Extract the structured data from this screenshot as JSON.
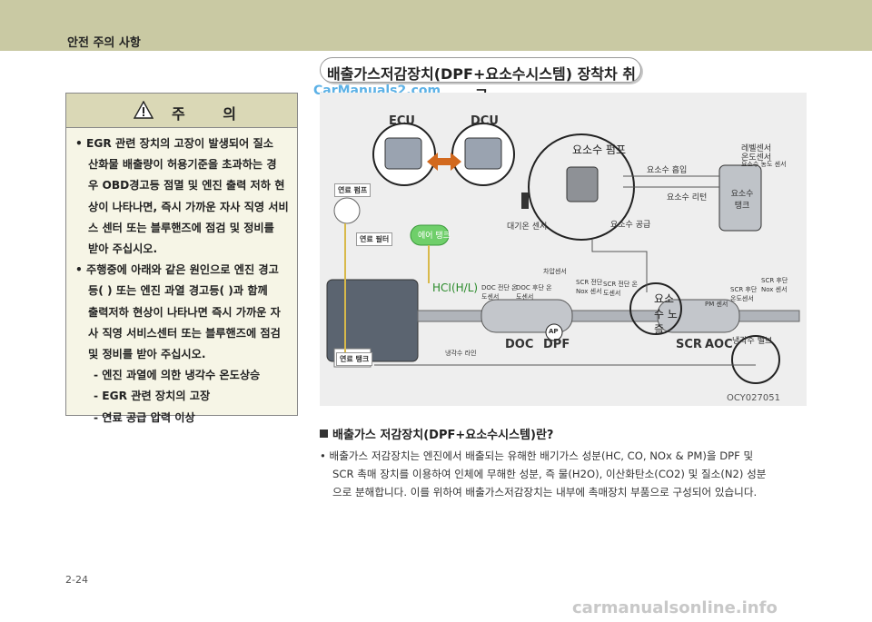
{
  "header": {
    "title": "안전 주의 사항"
  },
  "section": {
    "title": "배출가스저감장치(DPF+요소수시스템) 장착차 취급"
  },
  "watermarks": {
    "top": "CarManuals2.com",
    "bottom": "carmanualsonline.info"
  },
  "caution": {
    "label": "주 의",
    "lines": [
      "• EGR 관련 장치의 고장이 발생되어 질소",
      "산화물 배출량이 허용기준을 초과하는 경",
      "우 OBD경고등 점멸 및 엔진 출력 저하 현",
      "상이 나타나면, 즉시 가까운 자사 직영 서비",
      "스 센터 또는 블루핸즈에 점검 및 정비를",
      "받아 주십시오.",
      "• 주행중에 아래와 같은 원인으로 엔진 경고",
      "등(  ) 또는 엔진 과열 경고등(  )과 함께",
      "출력저하 현상이 나타나면 즉시 가까운 자",
      "사 직영 서비스센터 또는 블루핸즈에 점검",
      "및 정비를 받아 주십시오.",
      "- 엔진 과열에 의한 냉각수 온도상승",
      "- EGR 관련 장치의 고장",
      "- 연료 공급 압력 이상"
    ]
  },
  "diagram": {
    "labels": {
      "ecu": "ECU",
      "dcu": "DCU",
      "fuel_pump": "연료 펌프",
      "urea_pump": "요소수 펌프",
      "urea_intake": "요소수 흡입",
      "urea_return": "요소수 리턴",
      "level_sensor_1": "레벨센서",
      "level_sensor_2": "온도센서",
      "level_sensor_3": "요소수 농도 센서",
      "urea_tank": "요소수 탱크",
      "atmos_sensor": "대기온 센서",
      "urea_supply": "요소수 공급",
      "fuel_filter": "연료 필터",
      "air_tank": "에어 탱크",
      "hci": "HCI(H/L)",
      "doc_front_sensor": "DOC 전단 온도센서",
      "doc_rear_sensor": "DOC 후단 온도센서",
      "diff_pressure": "차압센서",
      "scr_front_nox": "SCR 전단 Nox 센서",
      "scr_front_temp": "SCR 전단 온도센서",
      "urea_injector": "요소수 노즐",
      "pm_sensor": "PM 센서",
      "scr_rear_temp": "SCR 후단 온도센서",
      "scr_rear_nox": "SCR 후단 Nox 센서",
      "ap": "AP",
      "doc": "DOC",
      "dpf": "DPF",
      "scr": "SCR",
      "aoc": "AOC",
      "coolant_valve": "냉각수 밸브",
      "coolant_line": "냉각수 라인",
      "fuel_tank": "연료 탱크"
    },
    "code": "OCY027051"
  },
  "description": {
    "heading": "배출가스 저감장치(DPF+요소수시스템)란?",
    "lines": [
      "• 배출가스 저감장치는 엔진에서 배출되는 유해한 배기가스 성분(HC, CO, NOx & PM)을 DPF 및",
      "SCR 촉매 장치를 이용하여 인체에 무해한 성분, 즉 물(H2O), 이산화탄소(CO2) 및 질소(N2) 성분",
      "으로 분해합니다. 이를 위하여 배출가스저감장치는 내부에 촉매장치 부품으로 구성되어 있습니다."
    ]
  },
  "page": {
    "number": "2-24"
  },
  "colors": {
    "header": "#c9c9a3",
    "caution_bg": "#f6f5e6",
    "caution_head": "#dad8b6",
    "diagram_bg": "#eeeeee",
    "hci_green": "#2a8a2a"
  }
}
